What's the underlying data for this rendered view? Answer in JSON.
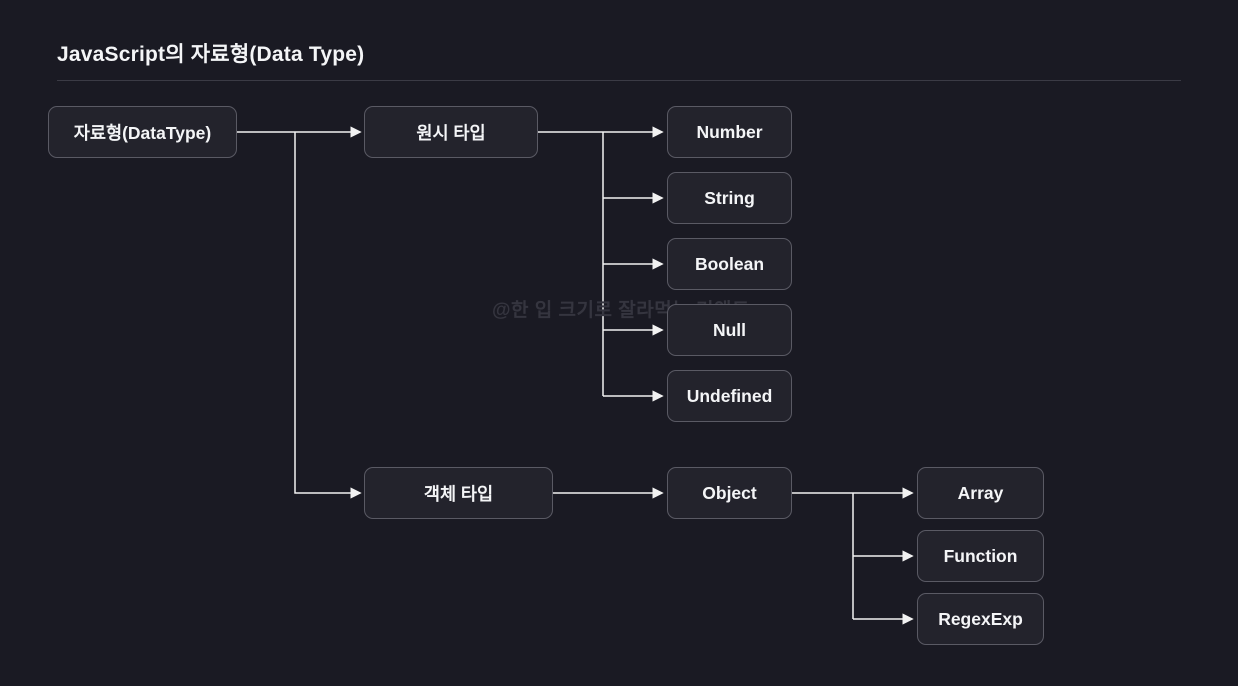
{
  "title": "JavaScript의 자료형(Data Type)",
  "watermark": "@한 입 크기로 잘라먹는 리액트",
  "colors": {
    "background": "#1a1a23",
    "node_fill": "#23232c",
    "node_border": "#5a5a64",
    "connector": "#f2f2f2",
    "title_text": "#f4f5f7",
    "divider": "#3b3b45",
    "watermark_text": "#35353f"
  },
  "nodes": {
    "root": {
      "label": "자료형(DataType)"
    },
    "primitive": {
      "label": "원시 타입"
    },
    "objtype": {
      "label": "객체 타입"
    },
    "number": {
      "label": "Number"
    },
    "string": {
      "label": "String"
    },
    "boolean": {
      "label": "Boolean"
    },
    "null": {
      "label": "Null"
    },
    "undefined": {
      "label": "Undefined"
    },
    "object": {
      "label": "Object"
    },
    "array": {
      "label": "Array"
    },
    "function": {
      "label": "Function"
    },
    "regexexp": {
      "label": "RegexExp"
    }
  }
}
